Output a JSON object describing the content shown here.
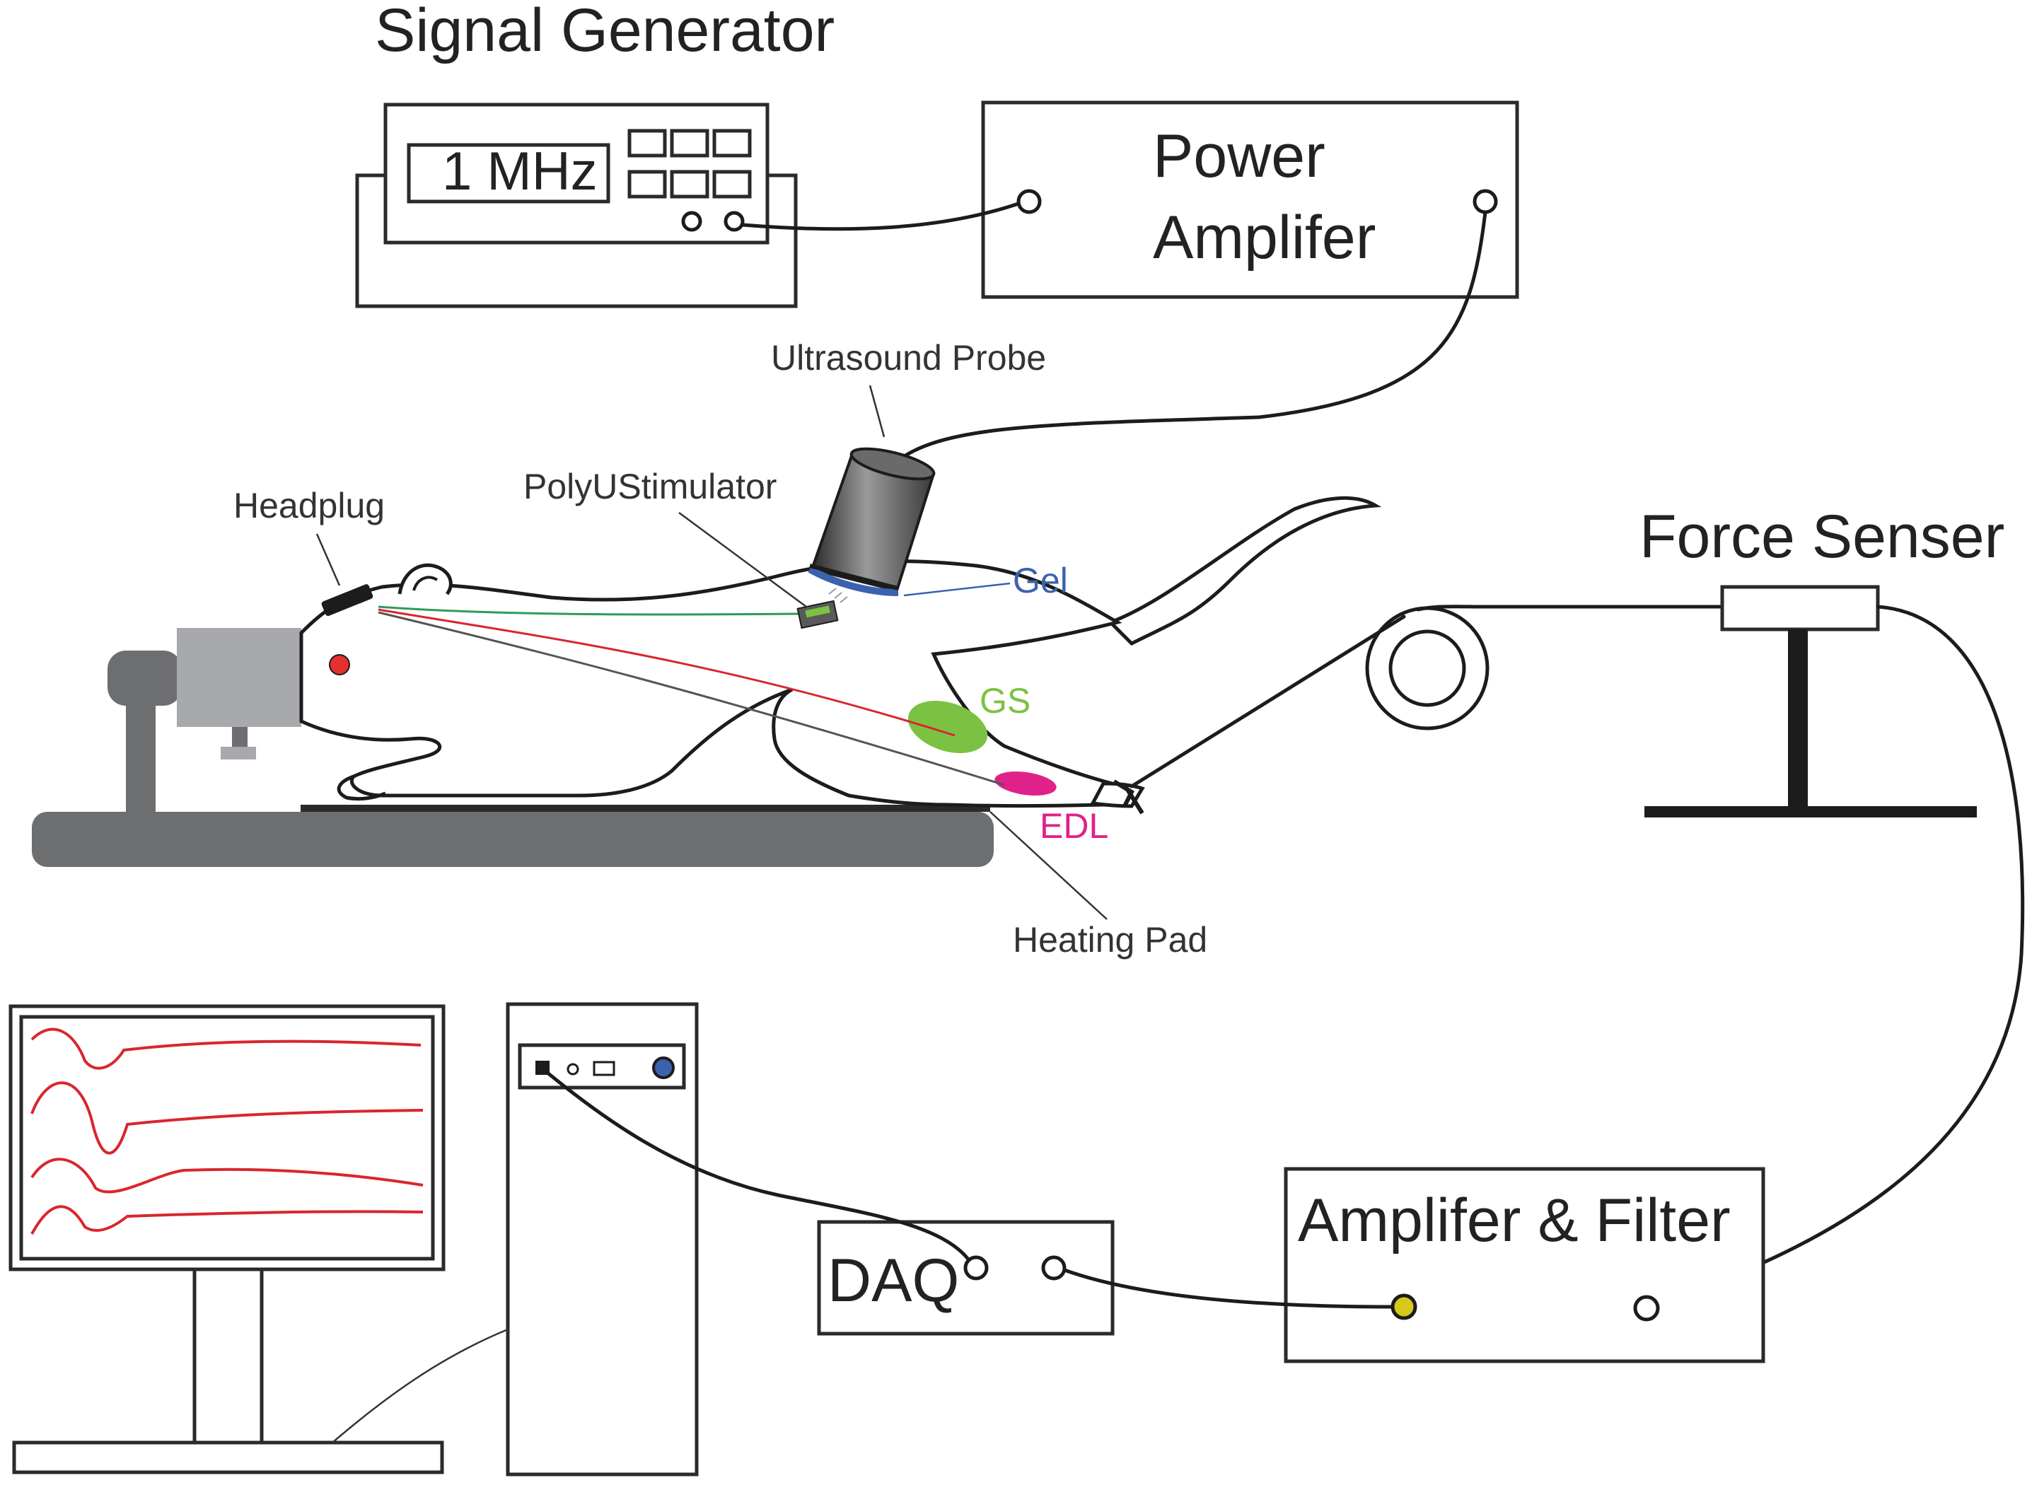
{
  "labels": {
    "signal_generator": "Signal Generator",
    "frequency": "1 MHz",
    "power_amp_line1": "Power",
    "power_amp_line2": "Amplifer",
    "ultrasound_probe": "Ultrasound Probe",
    "poly_stimulator": "PolyUStimulator",
    "headplug": "Headplug",
    "gel": "Gel",
    "gs": "GS",
    "edl": "EDL",
    "heating_pad": "Heating Pad",
    "force_sensor": "Force Senser",
    "amp_filter": "Amplifer & Filter",
    "daq": "DAQ"
  },
  "colors": {
    "gel": "#3b62ae",
    "gs_muscle": "#7cc242",
    "edl_muscle": "#e0218a",
    "trace_red": "#d9262e",
    "trace_green": "#2e9b5a",
    "port_yellow": "#d9c81a",
    "platform_gray": "#6d6e70",
    "holder_gray": "#a7a9ac",
    "eye_red": "#e53030"
  },
  "monitor": {
    "trace_count": 4
  }
}
